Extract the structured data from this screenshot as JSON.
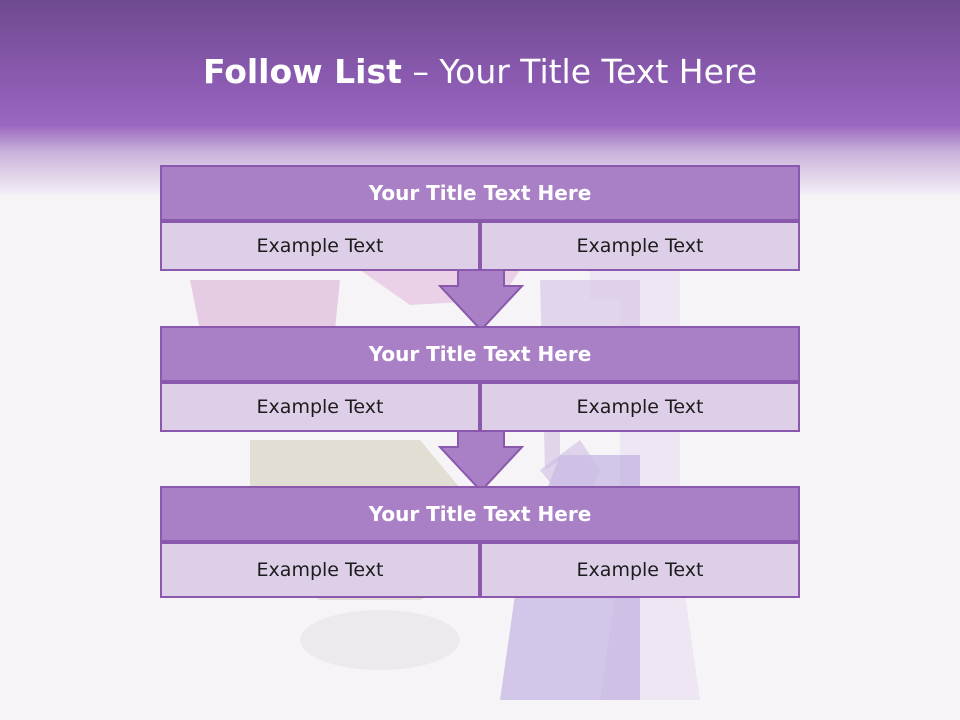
{
  "slide": {
    "title_bold": "Follow List",
    "title_rest": " – Your Title Text Here"
  },
  "blocks": [
    {
      "title": "Your Title Text Here",
      "left_text": "Example Text",
      "right_text": "Example Text"
    },
    {
      "title": "Your Title Text Here",
      "left_text": "Example Text",
      "right_text": "Example Text"
    },
    {
      "title": "Your Title Text Here",
      "left_text": "Example Text",
      "right_text": "Example Text"
    }
  ],
  "colors": {
    "header_purple": "#8a5ab0",
    "block_header": "#a97fc6",
    "block_cell": "#ddcfe8",
    "border": "#8a58ad",
    "arrow": "#a97fc6"
  },
  "icons": [
    "down-arrow-icon"
  ]
}
